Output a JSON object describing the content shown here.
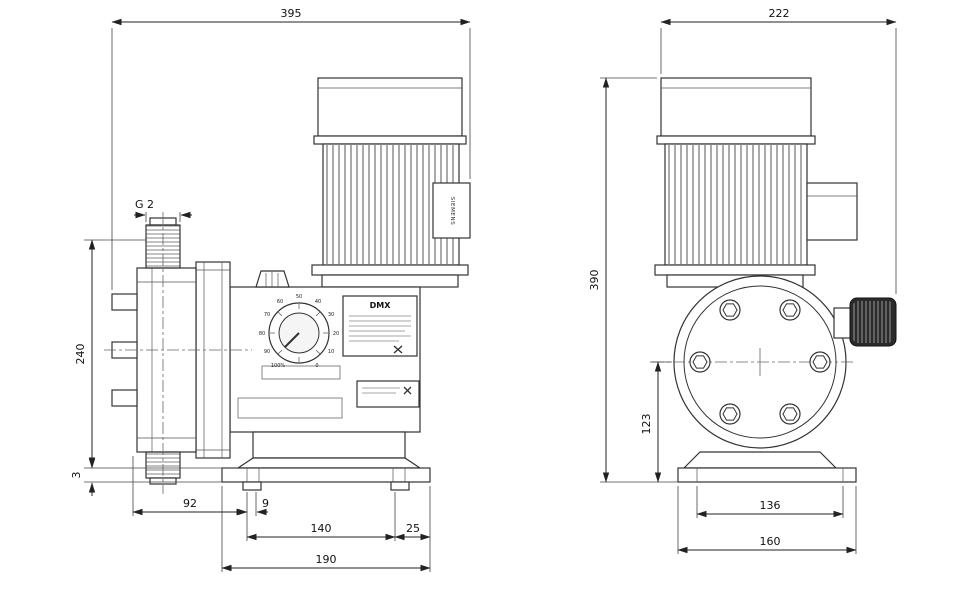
{
  "drawing": {
    "dims": {
      "overall_length": "395",
      "overall_width": "222",
      "overall_height": "390",
      "head_height": "240",
      "foot_height": "3",
      "foot_left_offset": "92",
      "slot_width": "9",
      "slot_spacing": "140",
      "slot_edge": "25",
      "base_length": "190",
      "center_height": "123",
      "front_slot_spacing": "136",
      "front_base_width": "160",
      "thread": "G 2"
    },
    "labels": {
      "model": "DMX",
      "motor_brand": "SIEMENS",
      "dial": [
        "0",
        "10",
        "20",
        "30",
        "40",
        "50",
        "60",
        "70",
        "80",
        "90",
        "100%"
      ]
    }
  }
}
